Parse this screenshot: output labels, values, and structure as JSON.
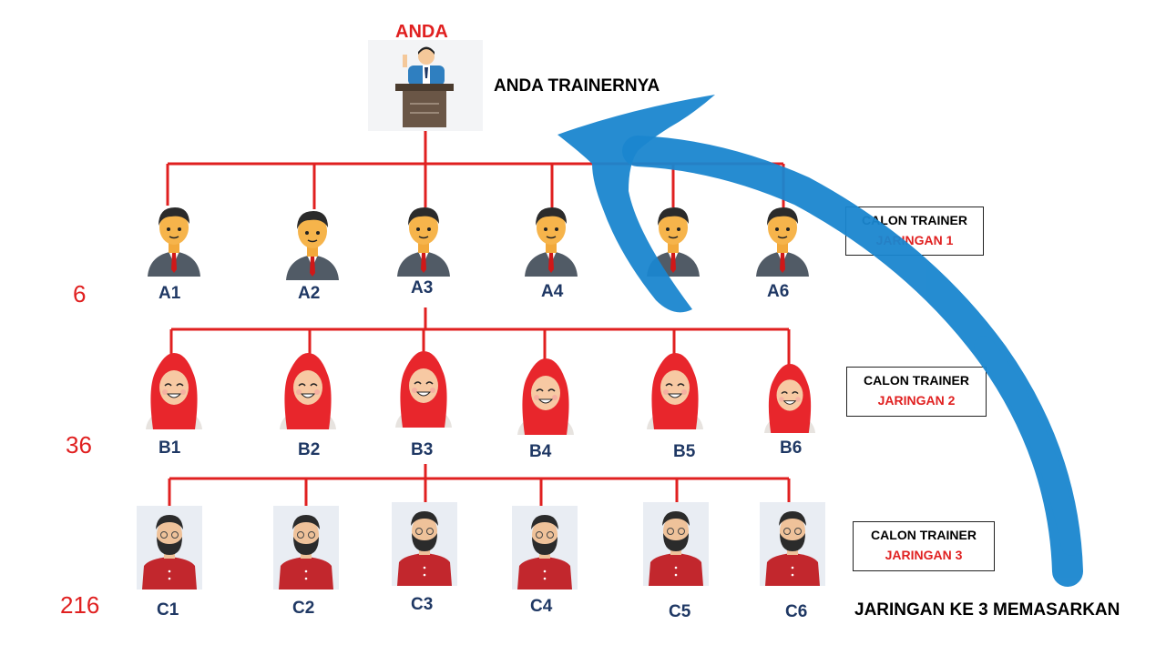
{
  "top": {
    "label": "ANDA",
    "caption": "ANDA TRAINERNYA"
  },
  "level1": {
    "count": "6",
    "nodes": [
      "A1",
      "A2",
      "A3",
      "A4",
      "A6"
    ],
    "box": {
      "line1": "CALON TRAINER",
      "line2": "JARINGAN 1"
    }
  },
  "level2": {
    "count": "36",
    "nodes": [
      "B1",
      "B2",
      "B3",
      "B4",
      "B5",
      "B6"
    ],
    "box": {
      "line1": "CALON TRAINER",
      "line2": "JARINGAN 2"
    }
  },
  "level3": {
    "count": "216",
    "nodes": [
      "C1",
      "C2",
      "C3",
      "C4",
      "C5",
      "C6"
    ],
    "box": {
      "line1": "CALON TRAINER",
      "line2": "JARINGAN 3"
    }
  },
  "footer": {
    "text": "JARINGAN KE 3 MEMASARKAN"
  },
  "colors": {
    "line": "#e02020",
    "label": "#1f3864",
    "arrow": "#1a86cf",
    "count": "#e02020"
  },
  "icons": {
    "top": "trainer-podium-icon",
    "level1": "businessman-icon",
    "level2": "hijab-woman-icon",
    "level3": "bearded-man-icon",
    "arrow": "curved-arrow-icon"
  }
}
